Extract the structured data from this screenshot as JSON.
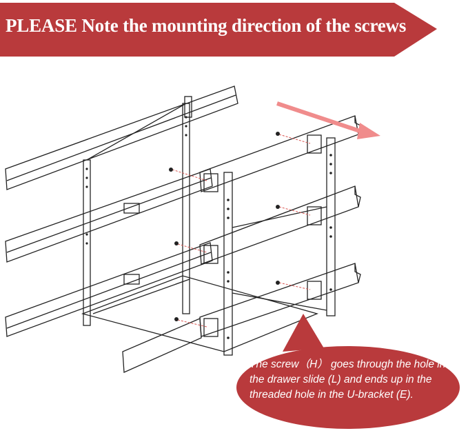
{
  "banner": {
    "title": "PLEASE Note the mounting direction of the screws",
    "color": "#b93a3c"
  },
  "diagram": {
    "line_color": "#222222",
    "screw_guide_color": "#d9534f",
    "direction_arrow_color": "#f08c8c"
  },
  "callout": {
    "lines": [
      "The screw（H） goes through the hole in",
      "the drawer slide (L) and ends up in the",
      "threaded hole in the U-bracket (E)."
    ],
    "color": "#b93a3c"
  }
}
